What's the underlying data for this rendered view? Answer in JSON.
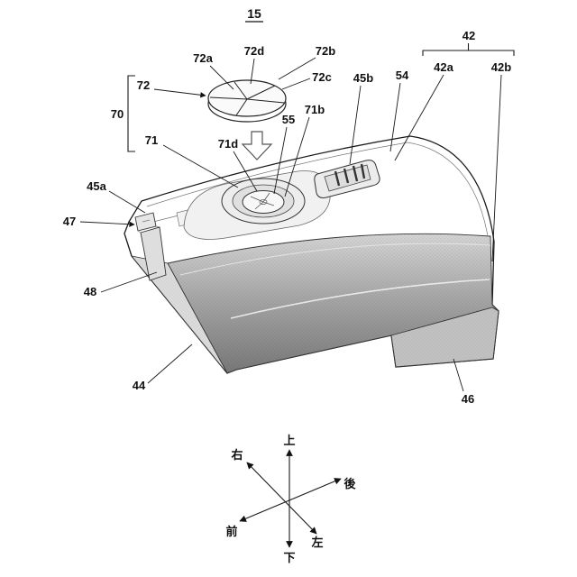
{
  "figure": {
    "number": "15"
  },
  "labels": {
    "n42": "42",
    "n42a": "42a",
    "n42b": "42b",
    "n44": "44",
    "n45a": "45a",
    "n45b": "45b",
    "n46": "46",
    "n47": "47",
    "n48": "48",
    "n54": "54",
    "n55": "55",
    "n70": "70",
    "n71": "71",
    "n71b": "71b",
    "n71d": "71d",
    "n72": "72",
    "n72a": "72a",
    "n72b": "72b",
    "n72c": "72c",
    "n72d": "72d"
  },
  "axes": {
    "up": "上",
    "down": "下",
    "front": "前",
    "back": "後",
    "left": "左",
    "right": "右"
  },
  "colors": {
    "line": "#1a1a1a",
    "shade_top": "#d6d6d6",
    "shade_mid": "#a8a8a8",
    "shade_bottom": "#787878",
    "step_shade": "#c2c2c2",
    "flange_shade": "#dcdcdc"
  }
}
